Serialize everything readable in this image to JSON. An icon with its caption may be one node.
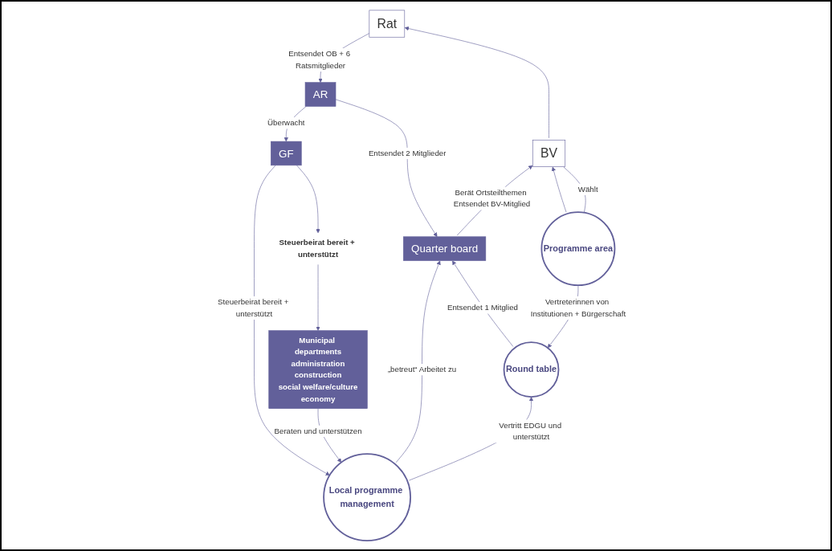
{
  "diagram": {
    "nodes": [
      {
        "text": [
          "Rat"
        ]
      },
      {
        "text": [
          "AR"
        ]
      },
      {
        "text": [
          "GF"
        ]
      },
      {
        "text": [
          "Steuerbeirat bereit + unterstützt"
        ]
      },
      {
        "text": [
          "Municipal departments",
          "administration",
          "construction",
          "social welfare/culture",
          "economy"
        ]
      },
      {
        "text": [
          "BV"
        ]
      },
      {
        "text": [
          "Quarter board"
        ]
      },
      {
        "text": [
          "Programme area"
        ]
      },
      {
        "text": [
          "Round table"
        ]
      },
      {
        "text": [
          "Local programme management"
        ]
      }
    ],
    "edges": [
      {
        "from": 0,
        "to": 1,
        "arrow": "to",
        "label": "Entsendet OB + 6 Ratsmitglieder"
      },
      {
        "from": 1,
        "to": 2,
        "arrow": "to",
        "label": "Überwacht"
      },
      {
        "from": 2,
        "to": 3,
        "arrow": "to"
      },
      {
        "from": 3,
        "to": 4,
        "arrow": "to"
      },
      {
        "from": 1,
        "to": 6,
        "arrow": "to",
        "label": "Entsendet 2 Mitglieder"
      },
      {
        "from": 2,
        "to": 9,
        "arrow": "to",
        "label": "Steuerbeirat bereit + unterstützt"
      },
      {
        "from": 4,
        "to": 9,
        "arrow": "to",
        "label": "Beraten und unterstützen"
      },
      {
        "from": 9,
        "to": 6,
        "arrow": "to",
        "label": "„betreut“ Arbeitet zu"
      },
      {
        "from": 6,
        "to": 5,
        "arrow": "to",
        "label": "Berät Ortsteilthemen Entsendet BV-Mitglied"
      },
      {
        "from": 5,
        "to": 0,
        "arrow": "to"
      },
      {
        "from": 7,
        "to": 5,
        "arrow": "to"
      },
      {
        "from": 7,
        "to": 5,
        "arrow": "none",
        "label": "Wählt"
      },
      {
        "from": 8,
        "to": 6,
        "arrow": "to",
        "label": "Entsendet 1 Mitglied"
      },
      {
        "from": 7,
        "to": 8,
        "arrow": "to",
        "label": "Vertreterinnen von Institutionen + Bürgerschaft"
      },
      {
        "from": 9,
        "to": 8,
        "arrow": "to",
        "label": "Vertritt EDGU und unterstützt"
      }
    ]
  }
}
